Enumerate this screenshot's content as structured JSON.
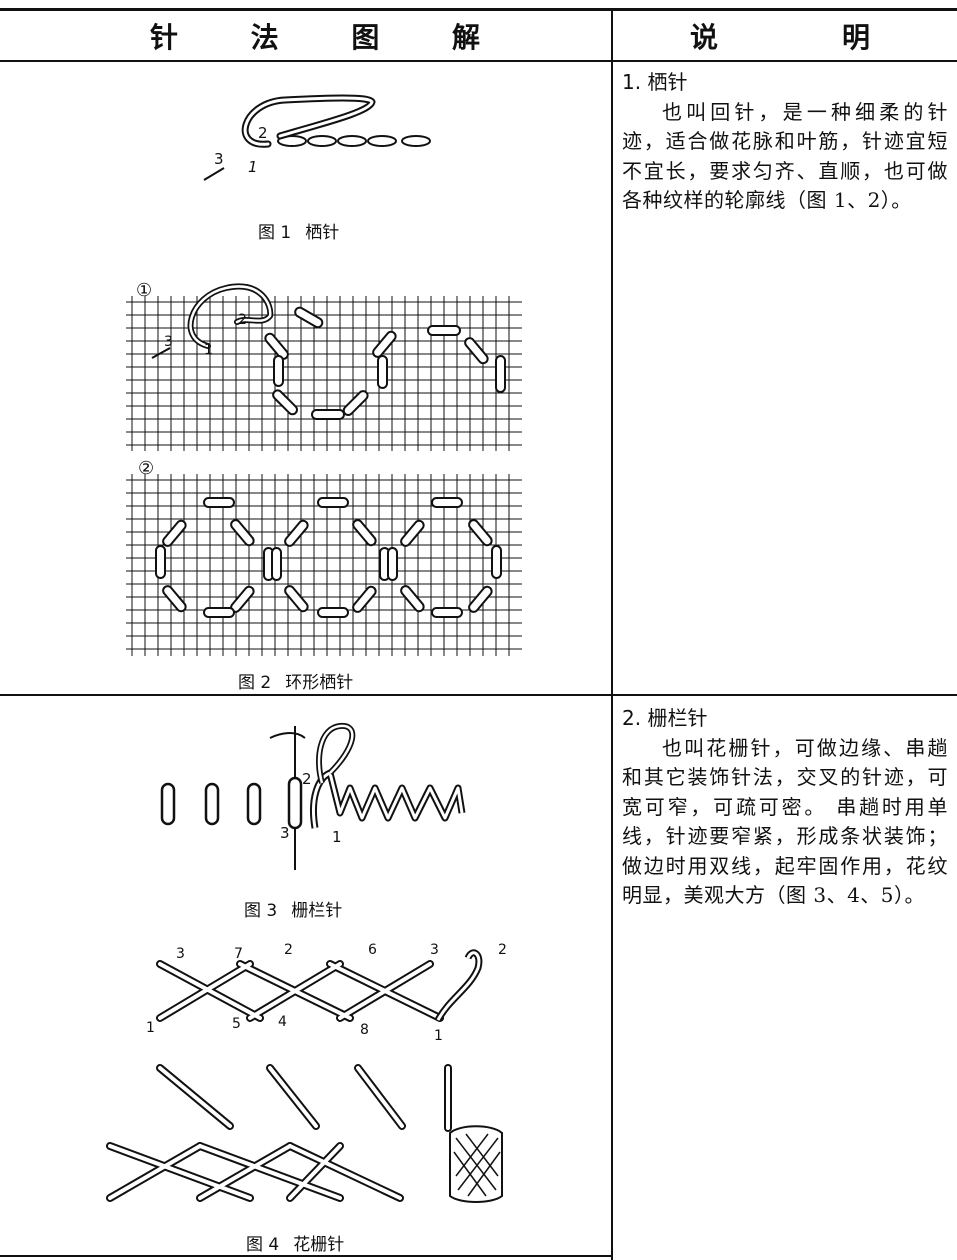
{
  "header": {
    "left_chars": [
      "针",
      "法",
      "图",
      "解"
    ],
    "right_chars": [
      "说",
      "明"
    ]
  },
  "figures": [
    {
      "no": "图 1",
      "title": "栖针"
    },
    {
      "no": "图 2",
      "title": "环形栖针"
    },
    {
      "no": "图 3",
      "title": "栅栏针"
    },
    {
      "no": "图 4",
      "title": "花栅针"
    }
  ],
  "figure_labels": {
    "fig1": [
      "2",
      "3",
      "1"
    ],
    "fig2": [
      "①",
      "2",
      "3",
      "1",
      "②"
    ],
    "fig3": [
      "2",
      "3",
      "1"
    ],
    "fig4": [
      "3",
      "7",
      "2",
      "6",
      "3",
      "2",
      "1",
      "5",
      "4",
      "8",
      "1"
    ]
  },
  "sections": [
    {
      "title": "1. 栖针",
      "body": "也叫回针，是一种细柔的针迹，适合做花脉和叶筋，针迹宜短不宜长，要求匀齐、直顺，也可做各种纹样的轮廓线（图 1、2）。"
    },
    {
      "title": "2. 栅栏针",
      "body": "也叫花栅针，可做边缘、串趟和其它装饰针法，交叉的针迹，可宽可窄，可疏可密。 串趟时用单线，针迹要窄紧，形成条状装饰；做边时用双线，起牢固作用，花纹明显，美观大方（图 3、4、5）。"
    }
  ]
}
